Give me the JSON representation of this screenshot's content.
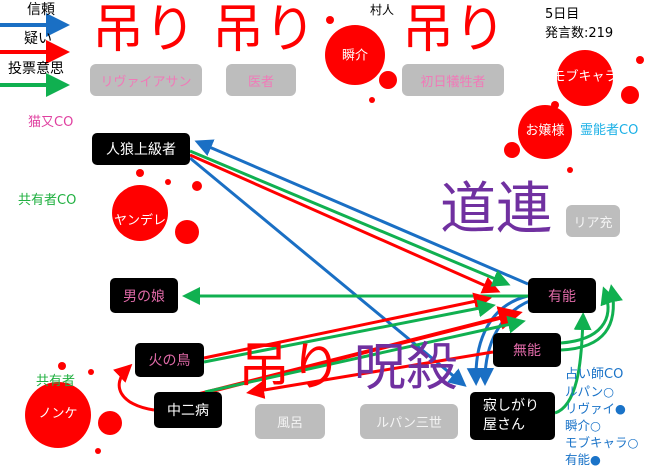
{
  "legend": [
    {
      "label": "信頼",
      "color": "#1a6fc4"
    },
    {
      "label": "疑い",
      "color": "#ff0000"
    },
    {
      "label": "投票意思",
      "color": "#10b050"
    }
  ],
  "status": {
    "day": "5日目",
    "posts": "発言数:219"
  },
  "stamps": {
    "hanged": "吊り",
    "cursed": "呪殺",
    "companion": "道連"
  },
  "dead": {
    "doctor": "医者",
    "leviathan": "リヴァイアサン",
    "first_victim": "初日犠牲者",
    "bath": "風呂",
    "lupin": "ルパン三世",
    "riajuu": "リア充"
  },
  "killed": {
    "shunsuke": "瞬介",
    "mobchara": "モブキャラ",
    "ojousama": "お嬢様",
    "yandere": "ヤンデレ",
    "nonke": "ノンケ"
  },
  "alive": {
    "werewolf_master": "人狼上級者",
    "otokonoko": "男の娘",
    "yuunou": "有能",
    "hinotori": "火の鳥",
    "munou": "無能",
    "chuunibyou": "中二病",
    "sabishigari": [
      "寂しがり",
      "屋さん"
    ]
  },
  "claims": {
    "villager": "村人",
    "nekomata": "猫又CO",
    "medium": "霊能者CO",
    "mason": "共有者CO",
    "mason2": "共有者",
    "seer": "占い師CO"
  },
  "seer_results": [
    "ルパン○",
    "リヴァイ●",
    "瞬介○",
    "モブキャラ○",
    "有能●"
  ],
  "colors": {
    "trust": "#1a6fc4",
    "doubt": "#ff0000",
    "vote": "#10b050",
    "blood": "#ff0000",
    "hang": "#ff0000",
    "curse": "#7030a0"
  }
}
